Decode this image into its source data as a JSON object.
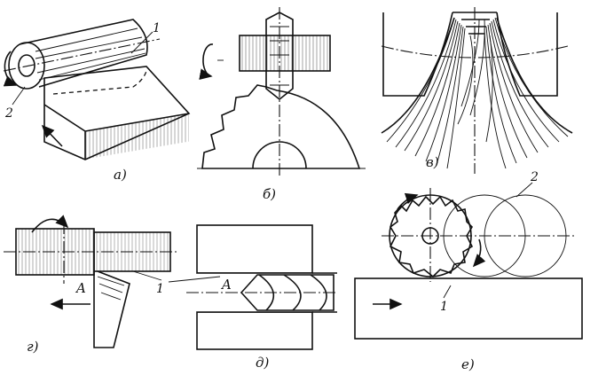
{
  "panels": {
    "a": {
      "caption": "а)",
      "callouts": [
        "1",
        "2"
      ]
    },
    "b": {
      "caption": "б)"
    },
    "v": {
      "caption": "в)"
    },
    "g": {
      "caption": "г)",
      "point": "A",
      "callouts": [
        "1"
      ]
    },
    "d": {
      "caption": "д)",
      "point": "A"
    },
    "e": {
      "caption": "е)",
      "callouts": [
        "1",
        "2"
      ]
    }
  }
}
